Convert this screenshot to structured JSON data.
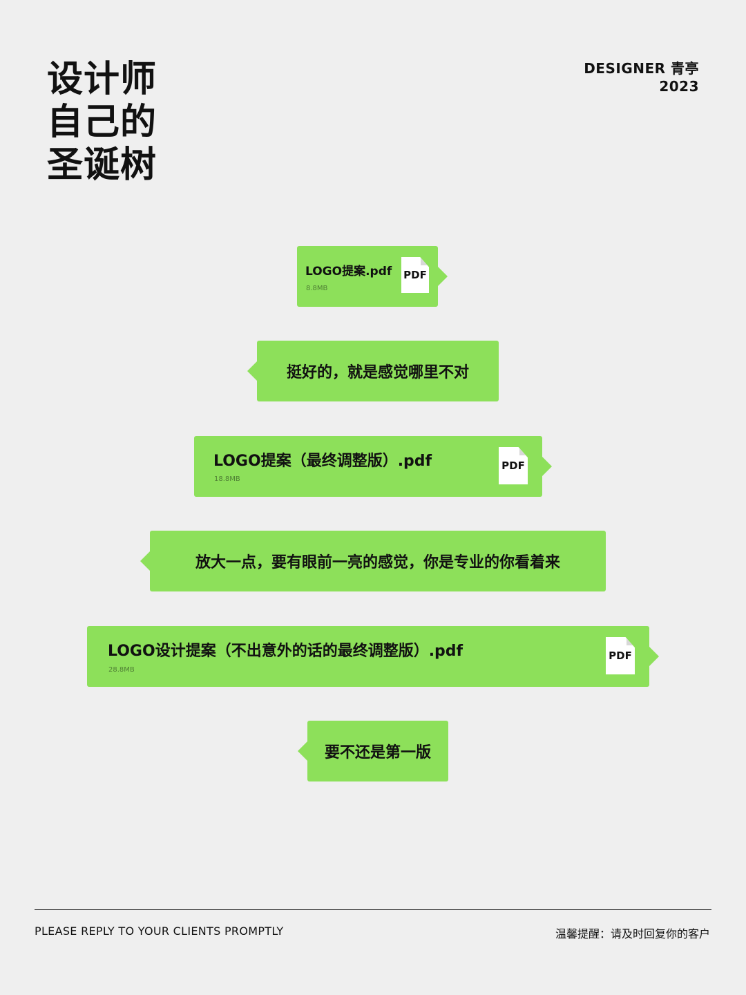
{
  "header": {
    "title_lines": [
      "设计师",
      "自己的",
      "圣诞树"
    ],
    "signature_line1": "DESIGNER 青亭",
    "signature_line2": "2023"
  },
  "messages": [
    {
      "type": "file",
      "file_name": "LOGO提案.pdf",
      "file_size": "8.8MB",
      "icon_label": "PDF"
    },
    {
      "type": "text",
      "text": "挺好的，就是感觉哪里不对"
    },
    {
      "type": "file",
      "file_name": "LOGO提案（最终调整版）.pdf",
      "file_size": "18.8MB",
      "icon_label": "PDF"
    },
    {
      "type": "text",
      "text": "放大一点，要有眼前一亮的感觉，你是专业的你看着来"
    },
    {
      "type": "file",
      "file_name": "LOGO设计提案（不出意外的话的最终调整版）.pdf",
      "file_size": "28.8MB",
      "icon_label": "PDF"
    },
    {
      "type": "text",
      "text": "要不还是第一版"
    }
  ],
  "footer": {
    "left_text": "PLEASE REPLY TO YOUR CLIENTS PROMPTLY",
    "right_text": "温馨提醒：请及时回复你的客户"
  },
  "colors": {
    "background": "#efefef",
    "bubble": "#8de05a",
    "text": "#111111"
  }
}
